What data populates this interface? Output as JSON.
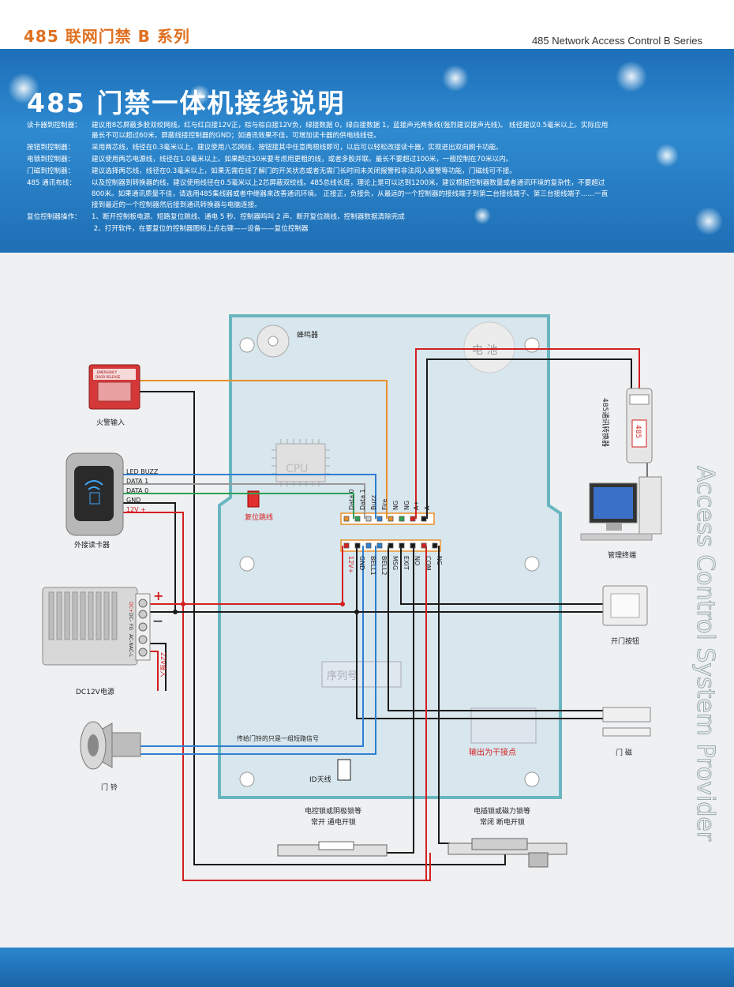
{
  "header": {
    "series_cn": "485 联网门禁 B 系列",
    "series_en": "485 Network Access Control  B  Series"
  },
  "banner": {
    "title": "485 门禁一体机接线说明",
    "lines": [
      {
        "label": "读卡器到控制器：",
        "text": "建议用8芯屏蔽多股双绞网线。红与红白接12V正，棕与棕白接12V负，绿接数据 0，绿白接数据 1，蓝接声光两条线(强烈建议接声光线)。  线径建议0.5毫米以上。实际应用"
      },
      {
        "label": "",
        "text": "最长不可以超过60米，屏蔽线接控制器的GND；如通讯效果不佳，可增加读卡器的供电线线径。"
      },
      {
        "label": "按钮到控制器：",
        "text": "采用两芯线，线径在0.3毫米以上。建议使用八芯网线，按钮接其中任意两根线即可，以后可以轻松改接读卡器，实现进出双向刷卡功能。"
      },
      {
        "label": "电锁到控制器：",
        "text": "建议使用两芯电源线，线径在1.0毫米以上。如果超过50米要考虑用更粗的线，或者多股并联。最长不要超过100米，一般控制在70米以内。"
      },
      {
        "label": "门磁到控制器：",
        "text": "建议选择两芯线，线径在0.3毫米以上，如果无需在线了解门的开关状态或者无需门长时间未关闭报警和非法闯入报警等功能，门磁线可不接。"
      },
      {
        "label": "485 通讯布线：",
        "text": "以及控制器到转换器的线，建议使用线径在0.5毫米以上2芯屏蔽双绞线。485总线长度，理论上是可以达到1200米，建议根据控制器数量或者通讯环境的复杂性，不要超过"
      },
      {
        "label": "",
        "text": "800米。如果通讯质量不佳，请选用485集线器或者中继器来改善通讯环境。 正接正，负接负，从最远的一个控制器的接线端子到第二台接线端子、第三台接线端子……一直"
      },
      {
        "label": "",
        "text": "接到最近的一个控制器然后接到通讯转换器与电脑连接。"
      },
      {
        "label": "复位控制器操作：",
        "text": "1、断开控制板电源、短路复位跳线、通电 5 秒、控制器鸣叫 2 声、断开复位跳线，控制器数据清除完成"
      },
      {
        "label": "",
        "text": "    2、打开软件，在要复位的控制器图标上点右键——设备——复位控制器"
      }
    ]
  },
  "diagram": {
    "buzzer": "蜂鸣器",
    "battery": "电 池",
    "cpu": "CPU",
    "reset_jumper": "复位跳线",
    "serial": "序列号",
    "id_antenna": "ID天线",
    "doorbell_note": "传给门铃的只是一组短路信号",
    "dry_contact": "输出为干接点",
    "fire_alarm": "火警输入",
    "fire_box_line1": "EMERGENCY",
    "fire_box_line2": "DOOR RELEASE",
    "reader": "外接读卡器",
    "reader_wires": [
      "LED BUZZ",
      "DATA 1",
      "DATA 0",
      "GND",
      "12V +"
    ],
    "psu": "DC12V电源",
    "psu_terminals": [
      "DC+",
      "DC-",
      "FG",
      "AC-N",
      "AC-L"
    ],
    "psu_input": "22V接入",
    "bell": "门 铃",
    "converter": "485通讯转换器",
    "converter_badge": "485",
    "terminal": "管理终端",
    "exit_button": "开门按钮",
    "door_sensor": "门 磁",
    "lock1_line1": "电控锁或阴极锁等",
    "lock1_line2": "常开   通电开锁",
    "lock2_line1": "电插锁或磁力锁等",
    "lock2_line2": "常闭   断电开锁",
    "top_terminals": [
      "Data 0",
      "Data 1",
      "Buzz",
      "Fire",
      "NG",
      "NG",
      "A+",
      "A-"
    ],
    "bottom_terminals": [
      "12V+",
      "GND",
      "BELL1",
      "BELL2",
      "MSG",
      "EXIT",
      "NO",
      "COM",
      "NC"
    ],
    "plus": "+",
    "minus": "—",
    "side_text": "Access Control System Provider"
  },
  "colors": {
    "red": "#d42020",
    "black": "#1a1a1a",
    "blue": "#2f7fd0",
    "green": "#2ea050",
    "orange": "#e8902a",
    "gray": "#8a8a8a",
    "board": "#d8e6ee",
    "board_edge": "#6ab6c0"
  }
}
